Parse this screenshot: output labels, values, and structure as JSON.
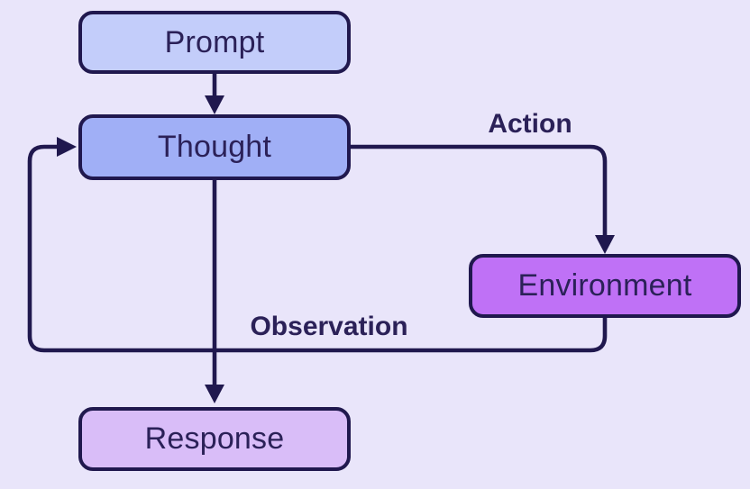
{
  "canvas": {
    "background": "#e9e5fa",
    "stroke_color": "#20184e",
    "text_color": "#2b2158"
  },
  "nodes": {
    "prompt": {
      "label": "Prompt",
      "fill": "#c3cdfa"
    },
    "thought": {
      "label": "Thought",
      "fill": "#a0aff6"
    },
    "environment": {
      "label": "Environment",
      "fill": "#bf71f6"
    },
    "response": {
      "label": "Response",
      "fill": "#d9bdf8"
    }
  },
  "edges": [
    {
      "from": "prompt",
      "to": "thought",
      "label": ""
    },
    {
      "from": "thought",
      "to": "environment",
      "label": "Action"
    },
    {
      "from": "environment",
      "to": "thought",
      "label": "Observation"
    },
    {
      "from": "thought",
      "to": "response",
      "label": ""
    }
  ]
}
